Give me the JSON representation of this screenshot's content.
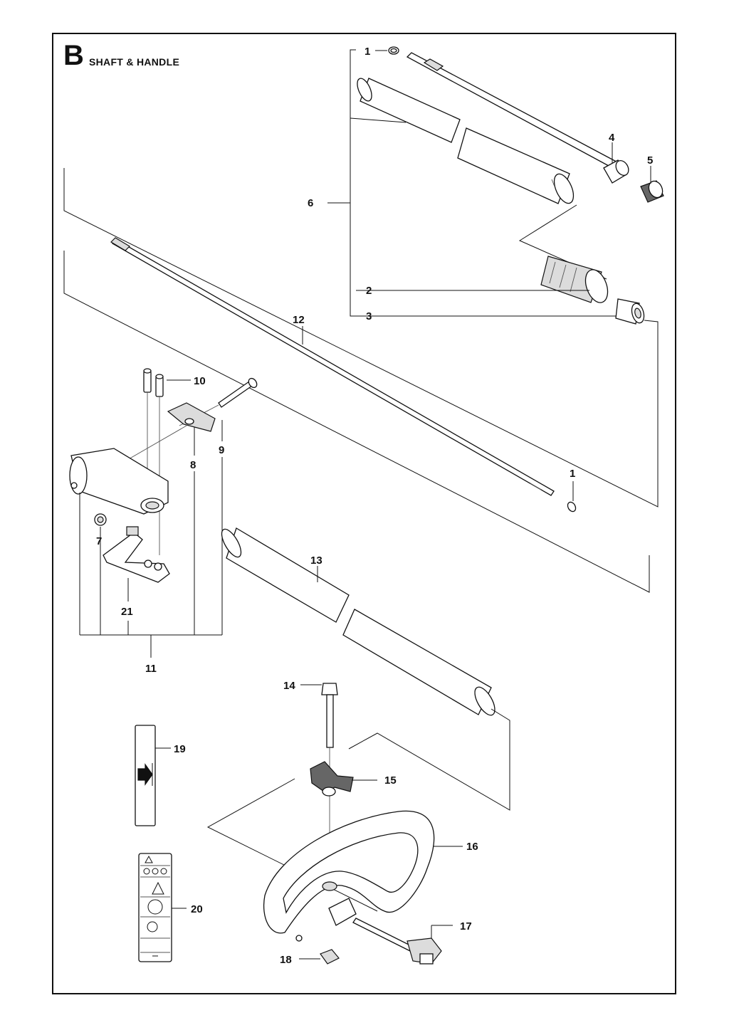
{
  "header": {
    "section_letter": "B",
    "section_title": "SHAFT & HANDLE"
  },
  "callouts": [
    {
      "id": "c1a",
      "label": "1"
    },
    {
      "id": "c4",
      "label": "4"
    },
    {
      "id": "c5",
      "label": "5"
    },
    {
      "id": "c6",
      "label": "6"
    },
    {
      "id": "c2",
      "label": "2"
    },
    {
      "id": "c3",
      "label": "3"
    },
    {
      "id": "c12",
      "label": "12"
    },
    {
      "id": "c10",
      "label": "10"
    },
    {
      "id": "c8",
      "label": "8"
    },
    {
      "id": "c9",
      "label": "9"
    },
    {
      "id": "c1b",
      "label": "1"
    },
    {
      "id": "c7",
      "label": "7"
    },
    {
      "id": "c13",
      "label": "13"
    },
    {
      "id": "c21",
      "label": "21"
    },
    {
      "id": "c11",
      "label": "11"
    },
    {
      "id": "c14",
      "label": "14"
    },
    {
      "id": "c19",
      "label": "19"
    },
    {
      "id": "c15",
      "label": "15"
    },
    {
      "id": "c16",
      "label": "16"
    },
    {
      "id": "c20",
      "label": "20"
    },
    {
      "id": "c17",
      "label": "17"
    },
    {
      "id": "c18",
      "label": "18"
    }
  ]
}
